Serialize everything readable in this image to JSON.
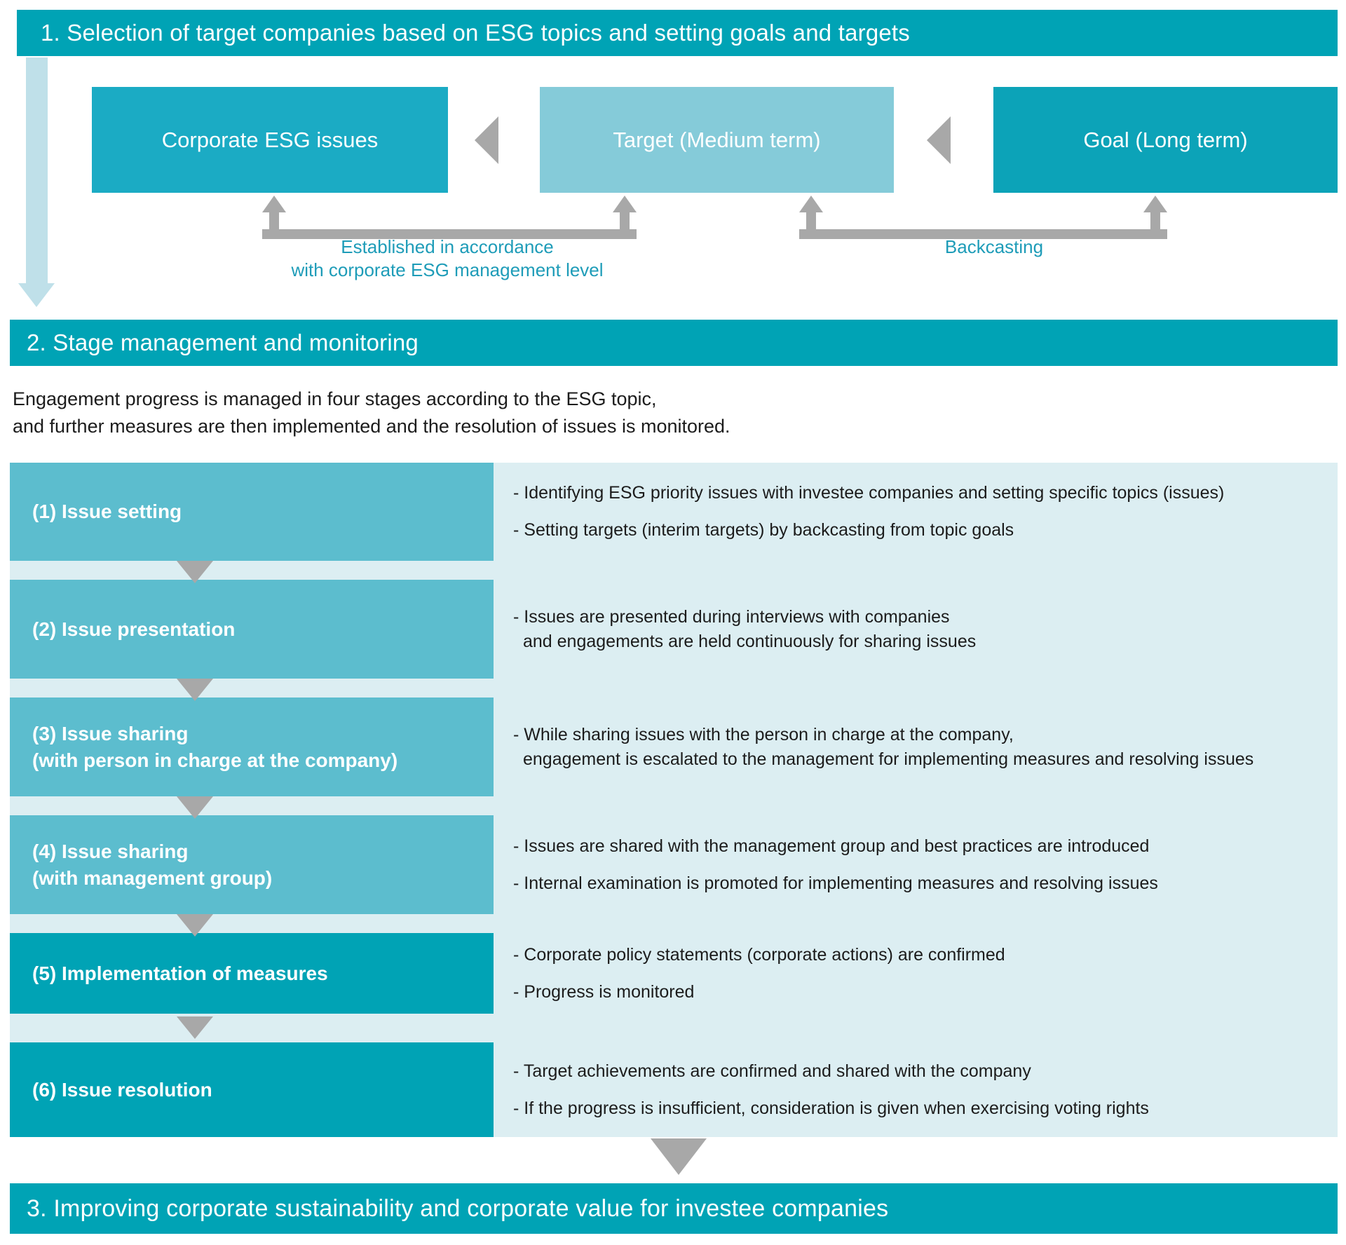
{
  "section1": {
    "banner": "1. Selection of target companies based on ESG topics and setting goals and targets",
    "boxes": {
      "esg": "Corporate ESG issues",
      "target": "Target (Medium term)",
      "goal": "Goal (Long term)"
    },
    "captions": {
      "left_line1": "Established in accordance",
      "left_line2": "with corporate ESG management level",
      "right": "Backcasting"
    }
  },
  "section2": {
    "banner": "2. Stage management and monitoring",
    "intro_line1": "Engagement progress is managed in four stages according to the ESG topic,",
    "intro_line2": "and further measures are then implemented and the resolution of issues is monitored.",
    "stages": [
      {
        "label_line1": "(1) Issue setting",
        "label_line2": "",
        "tone": "light",
        "bullets": [
          {
            "text": "- Identifying ESG priority issues with investee companies and setting specific topics (issues)",
            "cont": ""
          },
          {
            "text": "- Setting targets (interim targets) by backcasting from topic goals",
            "cont": ""
          }
        ]
      },
      {
        "label_line1": "(2) Issue presentation",
        "label_line2": "",
        "tone": "light",
        "bullets": [
          {
            "text": "- Issues are presented during interviews with companies",
            "cont": "and engagements are held continuously for sharing issues"
          }
        ]
      },
      {
        "label_line1": "(3) Issue sharing",
        "label_line2": "(with person in charge at the company)",
        "tone": "light",
        "bullets": [
          {
            "text": "- While sharing issues with the person in charge at the company,",
            "cont": "engagement is escalated to the management for implementing measures and resolving issues"
          }
        ]
      },
      {
        "label_line1": "(4) Issue sharing",
        "label_line2": "(with management group)",
        "tone": "light",
        "bullets": [
          {
            "text": "- Issues are shared with the management group and best practices are introduced",
            "cont": ""
          },
          {
            "text": "- Internal examination is promoted for implementing measures and resolving issues",
            "cont": ""
          }
        ]
      },
      {
        "label_line1": "(5) Implementation of measures",
        "label_line2": "",
        "tone": "dark",
        "bullets": [
          {
            "text": "- Corporate policy statements (corporate actions) are confirmed",
            "cont": ""
          },
          {
            "text": "- Progress is monitored",
            "cont": ""
          }
        ]
      },
      {
        "label_line1": "(6) Issue resolution",
        "label_line2": "",
        "tone": "dark",
        "bullets": [
          {
            "text": "- Target achievements are confirmed and shared with the company",
            "cont": ""
          },
          {
            "text": "- If the progress is insufficient, consideration is given when exercising voting rights",
            "cont": ""
          }
        ]
      }
    ]
  },
  "section3": {
    "banner": "3. Improving corporate sustainability and corporate value for investee companies"
  },
  "colors": {
    "teal_dark": "#00A3B5",
    "teal_mid": "#1BABC4",
    "teal_light": "#85CBD9",
    "stage_light": "#5CBDCE",
    "panel_bg": "#DCEEF2",
    "grey": "#A8A8A8",
    "caption_text": "#1E9CB8"
  }
}
